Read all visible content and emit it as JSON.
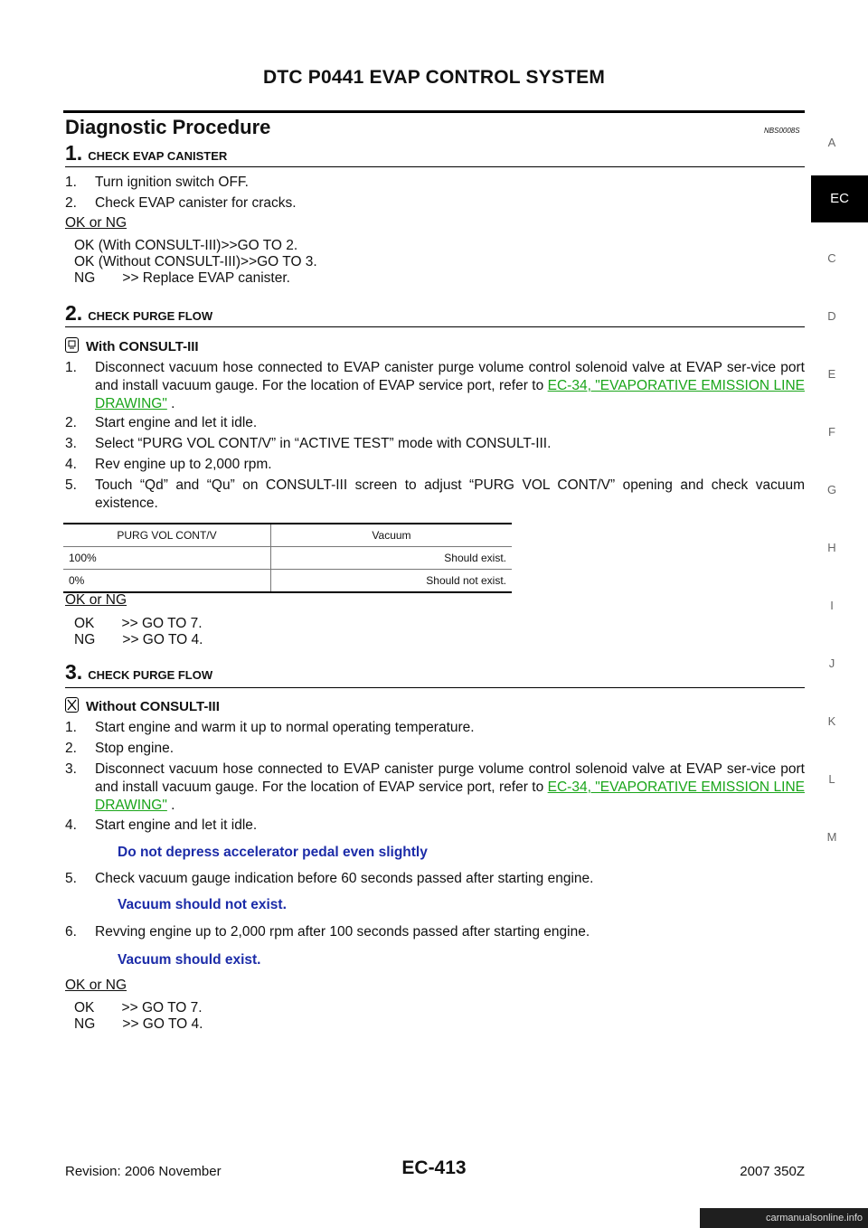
{
  "header": {
    "title": "DTC P0441 EVAP CONTROL SYSTEM"
  },
  "section": {
    "title": "Diagnostic Procedure",
    "ref": "NBS0008S"
  },
  "side_tabs": [
    "A",
    "EC",
    "C",
    "D",
    "E",
    "F",
    "G",
    "H",
    "I",
    "J",
    "K",
    "L",
    "M"
  ],
  "step1": {
    "num": "1.",
    "title": "CHECK EVAP CANISTER",
    "items": [
      "1.",
      "Turn ignition switch OFF.",
      "2.",
      "Check EVAP canister for cracks."
    ],
    "ok_ng": "OK or NG",
    "results": [
      "OK (With CONSULT-III)>>GO TO 2.",
      "OK (Without CONSULT-III)>>GO TO 3.",
      "NG       >> Replace EVAP canister."
    ]
  },
  "step2": {
    "num": "2.",
    "title": "CHECK PURGE FLOW",
    "mode": "With CONSULT-III",
    "item1_a": "Disconnect vacuum hose connected to EVAP canister purge volume control solenoid valve at EVAP ser-vice port and install vacuum gauge. For the location of EVAP service port, refer to ",
    "link1": "EC-34, \"EVAPORATIVE EMISSION LINE DRAWING\"",
    "item1_b": " .",
    "item2": "Start engine and let it idle.",
    "item3": "Select “PURG VOL CONT/V” in “ACTIVE TEST” mode with CONSULT-III.",
    "item4": "Rev engine up to 2,000 rpm.",
    "item5": "Touch “Qd” and “Qu” on CONSULT-III screen to adjust “PURG VOL CONT/V” opening and check vacuum existence.",
    "table": {
      "headers": [
        "PURG VOL CONT/V",
        "Vacuum"
      ],
      "rows": [
        [
          "100%",
          "Should exist."
        ],
        [
          "0%",
          "Should not exist."
        ]
      ]
    },
    "ok_ng": "OK or NG",
    "results": [
      "OK       >> GO TO 7.",
      "NG       >> GO TO 4."
    ]
  },
  "step3": {
    "num": "3.",
    "title": "CHECK PURGE FLOW",
    "mode": "Without CONSULT-III",
    "item1": "Start engine and warm it up to normal operating temperature.",
    "item2": "Stop engine.",
    "item3_a": "Disconnect vacuum hose connected to EVAP canister purge volume control solenoid valve at EVAP ser-vice port and install vacuum gauge. For the location of EVAP service port, refer to ",
    "link3": "EC-34, \"EVAPORATIVE EMISSION LINE DRAWING\"",
    "item3_b": " .",
    "item4": "Start engine and let it idle.",
    "note4": "Do not depress accelerator pedal even slightly",
    "item5": "Check vacuum gauge indication before 60 seconds passed after starting engine.",
    "note5": "Vacuum should not exist.",
    "item6": "Revving engine up to 2,000 rpm after 100 seconds passed after starting engine.",
    "note6": "Vacuum should exist.",
    "ok_ng": "OK or NG",
    "results": [
      "OK       >> GO TO 7.",
      "NG       >> GO TO 4."
    ]
  },
  "footer": {
    "revision": "Revision: 2006 November",
    "page": "EC-413",
    "model": "2007 350Z"
  },
  "watermark": "carmanualsonline.info"
}
